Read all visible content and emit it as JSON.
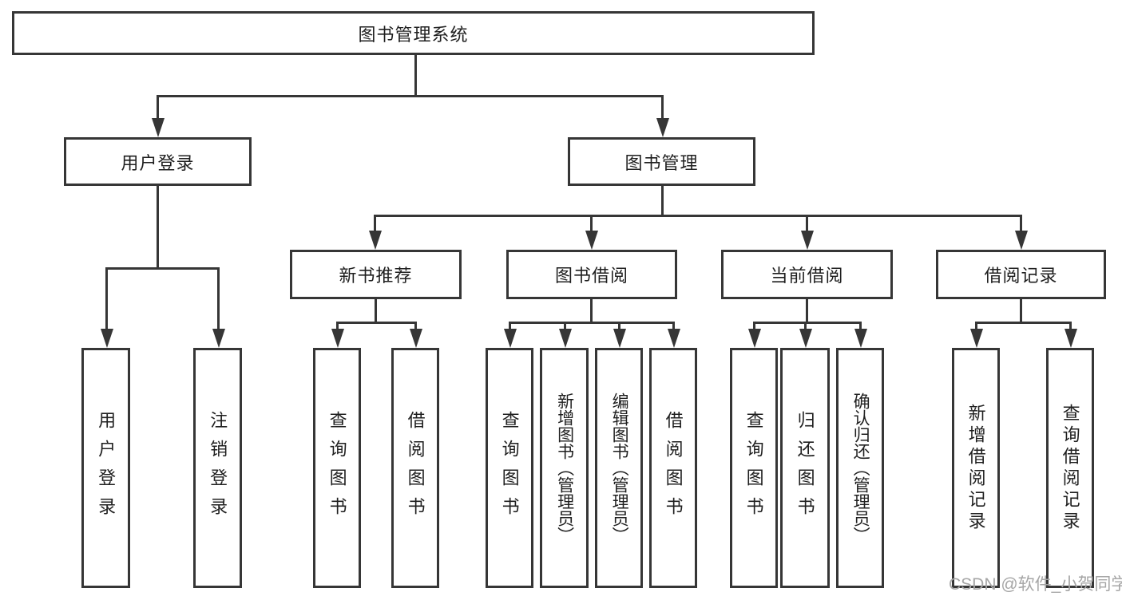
{
  "diagram": {
    "title": "图书管理系统",
    "root": {
      "label": "图书管理系统"
    },
    "level2": [
      {
        "label": "用户登录"
      },
      {
        "label": "图书管理"
      }
    ],
    "level3": [
      {
        "label": "新书推荐"
      },
      {
        "label": "图书借阅"
      },
      {
        "label": "当前借阅"
      },
      {
        "label": "借阅记录"
      }
    ],
    "leaves": {
      "user_login": [
        "用户登录",
        "注销登录"
      ],
      "new_books": [
        "查询图书",
        "借阅图书"
      ],
      "book_borrow": [
        "查询图书",
        "新增图书（管理员）",
        "编辑图书（管理员）",
        "借阅图书"
      ],
      "current_borrow": [
        "查询图书",
        "归还图书",
        "确认归还（管理员）"
      ],
      "borrow_records": [
        "新增借阅记录",
        "查询借阅记录"
      ]
    }
  },
  "watermark": "CSDN @软件_小贺同学",
  "colors": {
    "line": "#363636",
    "box_border": "#363636",
    "background": "#ffffff",
    "text": "#1f1f1f",
    "watermark": "#a6a6a6"
  }
}
